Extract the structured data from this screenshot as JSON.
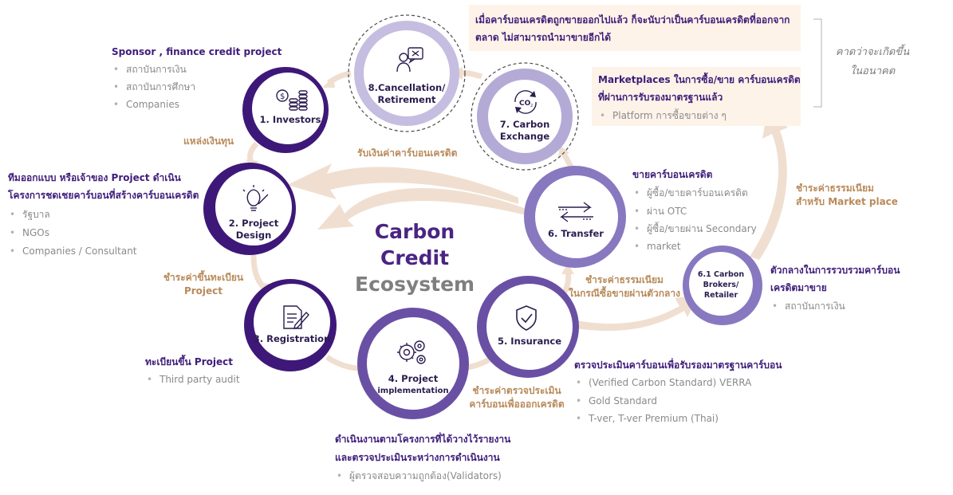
{
  "center": {
    "line1": "Carbon",
    "line2": "Credit",
    "line3": "Ecosystem",
    "color1": "#4a2483",
    "color3": "#7f7f7f"
  },
  "colors": {
    "dark_purple": "#3e1879",
    "mid_purple": "#8878c0",
    "light_purple": "#b4aad6",
    "arrow_beige": "#f0dfd0",
    "accent_text": "#b98a5a"
  },
  "nodes": {
    "investors": {
      "label": "1. Investors",
      "icon": "coins-icon"
    },
    "design": {
      "label1": "2. Project",
      "label2": "Design",
      "icon": "lightbulb-icon"
    },
    "registration": {
      "label": "3. Registration",
      "icon": "document-pen-icon"
    },
    "implementation": {
      "label1": "4. Project",
      "label2": "implementation",
      "icon": "gears-icon"
    },
    "insurance": {
      "label": "5. Insurance",
      "icon": "shield-check-icon"
    },
    "transfer": {
      "label": "6. Transfer",
      "icon": "transfer-arrows-icon"
    },
    "brokers": {
      "label1": "6.1 Carbon",
      "label2": "Brokers/",
      "label3": "Retailer"
    },
    "exchange": {
      "label1": "7. Carbon",
      "label2": "Exchange",
      "icon": "co2-cycle-icon"
    },
    "cancellation": {
      "label1": "8.Cancellation/",
      "label2": "Retirement",
      "icon": "person-x-icon"
    }
  },
  "investors_info": {
    "title": "Sponsor , finance credit project",
    "items": [
      "สถาบันการเงิน",
      "สถาบันการศึกษา",
      "Companies"
    ]
  },
  "design_info": {
    "title1": "ทีมออกแบบ หรือเจ้าของ Project ดำเนิน",
    "title2": "โครงการชดเชยคาร์บอนที่สร้างคาร์บอนเครดิต",
    "items": [
      "รัฐบาล",
      "NGOs",
      "Companies / Consultant"
    ]
  },
  "registration_info": {
    "title": "ทะเบียนขึ้น Project",
    "items": [
      "Third party audit"
    ]
  },
  "implementation_info": {
    "title1": "ดำเนินงานตามโครงการที่ได้วางไว้รายงาน",
    "title2": "และตรวจประเมินระหว่างการดำเนินงาน",
    "items": [
      "ผู้ตรวจสอบความถูกต้อง(Validators)"
    ]
  },
  "insurance_info": {
    "title": "ตรวจประเมินคาร์บอนเพื่อรับรองมาตรฐานคาร์บอน",
    "items": [
      "(Verified Carbon Standard) VERRA",
      "Gold Standard",
      "T-ver, T-ver Premium (Thai)"
    ]
  },
  "transfer_info": {
    "title": "ขายคาร์บอนเครดิต",
    "items": [
      {
        "l1": "ผู้ซื้อ/ขายคาร์บอนเครดิต",
        "l2": "ผ่าน OTC"
      },
      {
        "l1": "ผู้ซื้อ/ขายผ่าน Secondary",
        "l2": "market"
      }
    ]
  },
  "brokers_info": {
    "title1": "ตัวกลางในการรวบรวมคาร์บอน",
    "title2": "เครดิตมาขาย",
    "items": [
      "สถาบันการเงิน"
    ]
  },
  "marketplace_info": {
    "title1": "Marketplaces ในการซื้อ/ขาย คาร์บอนเครดิต",
    "title2": "ที่ผ่านการรับรองมาตรฐานแล้ว",
    "items": [
      "Platform การซื้อขายต่าง ๆ"
    ]
  },
  "cancellation_info": {
    "line1": "เมื่อคาร์บอนเครดิตถูกขายออกไปแล้ว ก็จะนับว่าเป็นคาร์บอนเครดิตที่ออกจาก",
    "line2": "ตลาด ไม่สามารถนำมาขายอีกได้"
  },
  "future_note": {
    "line1": "คาดว่าจะเกิดขึ้น",
    "line2": "ในอนาคต"
  },
  "flows": {
    "funding": "แหล่งเงินทุน",
    "reg_fee1": "ชำระค่าขึ้นทะเบียน",
    "reg_fee2": "Project",
    "audit_fee1": "ชำระค่าตรวจประเมิน",
    "audit_fee2": "คาร์บอนเพื่อออกเครดิต",
    "broker_fee1": "ชำระค่าธรรมเนียม",
    "broker_fee2": "ในกรณีซื้อขายผ่านตัวกลาง",
    "market_fee1": "ชำระค่าธรรมเนียม",
    "market_fee2": "สำหรับ Market place",
    "receive": "รับเงินค่าคาร์บอนเครดิต"
  }
}
